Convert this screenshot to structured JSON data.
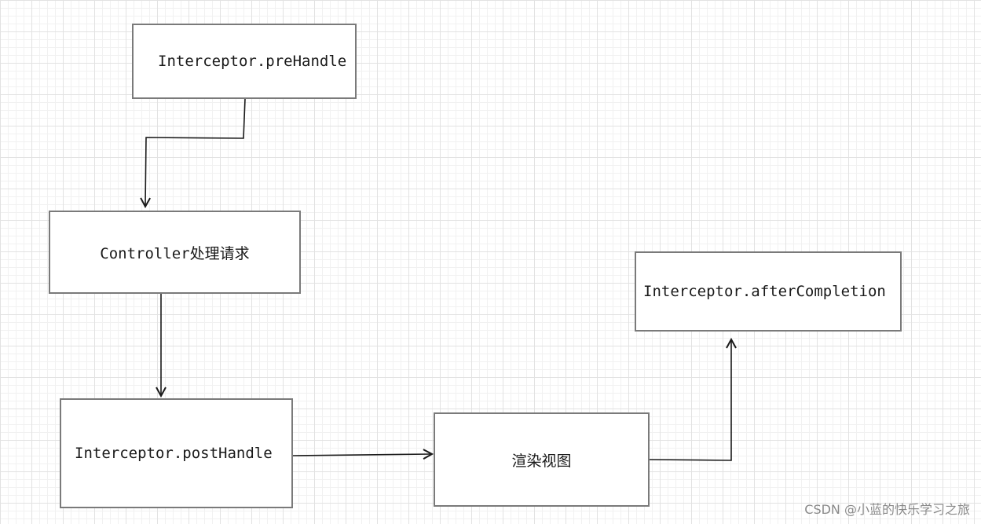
{
  "nodes": {
    "prehandle": "Interceptor.preHandle",
    "controller": "Controller处理请求",
    "posthandle": "Interceptor.postHandle",
    "render": "渲染视图",
    "after_completion": "Interceptor.afterCompletion"
  },
  "watermark": "CSDN @小蓝的快乐学习之旅"
}
